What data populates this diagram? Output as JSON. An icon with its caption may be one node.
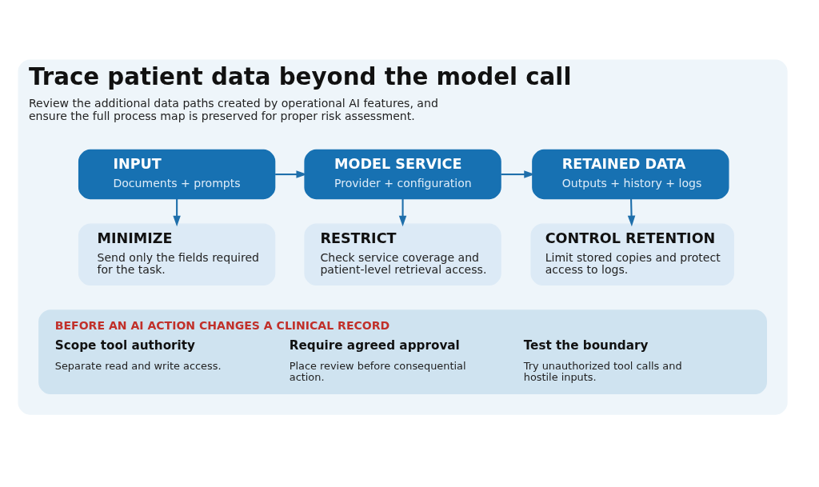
{
  "diagram": {
    "nodes": [
      {
        "text": [
          "Trace patient data beyond the model call",
          "Review the additional data paths created by operational AI features, and ensure the full process map is preserved for proper risk assessment."
        ]
      },
      {
        "text": [
          "INPUT",
          "Documents + prompts"
        ],
        "in": 0
      },
      {
        "text": [
          "MODEL SERVICE",
          "Provider + configuration"
        ],
        "in": 0
      },
      {
        "text": [
          "RETAINED DATA",
          "Outputs + history + logs"
        ],
        "in": 0
      },
      {
        "text": [
          "MINIMIZE",
          "Send only the fields required for the task."
        ],
        "in": 0
      },
      {
        "text": [
          "RESTRICT",
          "Check service coverage and patient-level retrieval access."
        ],
        "in": 0
      },
      {
        "text": [
          "CONTROL RETENTION",
          "Limit stored copies and protect access to logs."
        ],
        "in": 0
      },
      {
        "text": [
          "BEFORE AN AI ACTION CHANGES A CLINICAL RECORD",
          "Scope tool authority",
          "Separate read and write access.",
          "Require agreed approval",
          "Place review before consequential action.",
          "Test the boundary",
          "Try unauthorized tool calls and hostile inputs."
        ],
        "in": 0
      }
    ],
    "edges": [
      {
        "from": 1,
        "to": 2,
        "arrow": "to"
      },
      {
        "from": 2,
        "to": 3,
        "arrow": "to"
      },
      {
        "from": 1,
        "to": 4,
        "arrow": "to"
      },
      {
        "from": 2,
        "to": 5,
        "arrow": "to"
      },
      {
        "from": 3,
        "to": 6,
        "arrow": "to"
      }
    ]
  }
}
